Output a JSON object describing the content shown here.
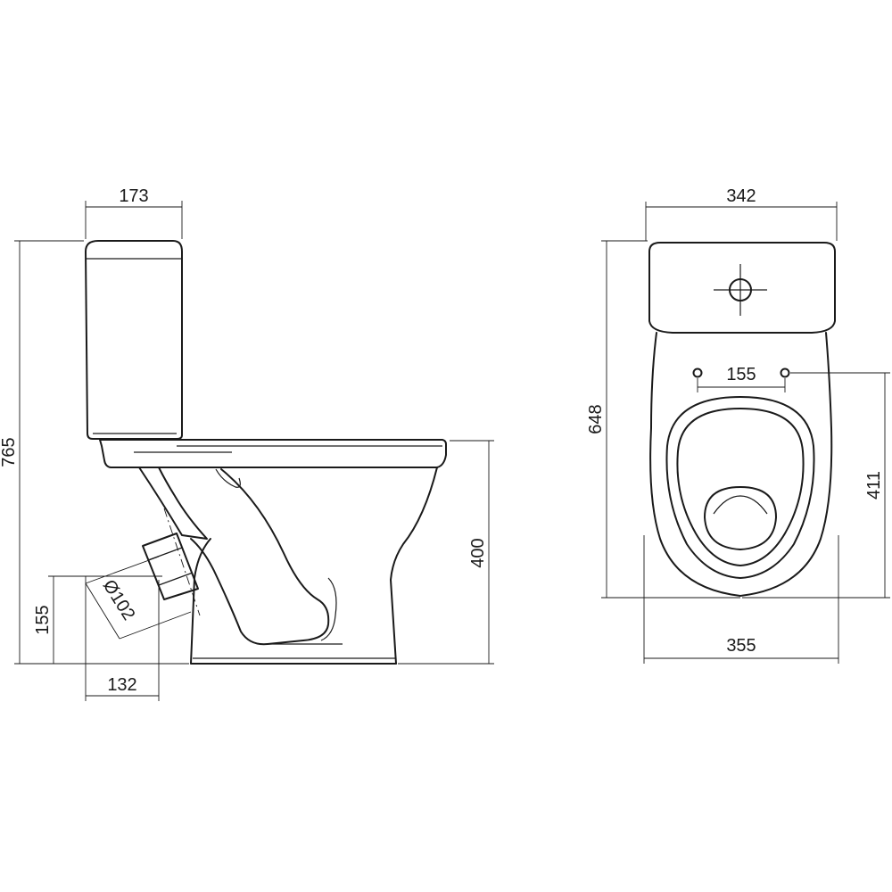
{
  "side_view": {
    "dimensions": {
      "tank_depth": "173",
      "total_height": "765",
      "bowl_height": "400",
      "outlet_height": "155",
      "outlet_offset": "132",
      "outlet_diameter": "Ø102"
    }
  },
  "top_view": {
    "dimensions": {
      "tank_width": "342",
      "total_length": "648",
      "hinge_spacing": "155",
      "bowl_length": "411",
      "bowl_width": "355"
    }
  }
}
